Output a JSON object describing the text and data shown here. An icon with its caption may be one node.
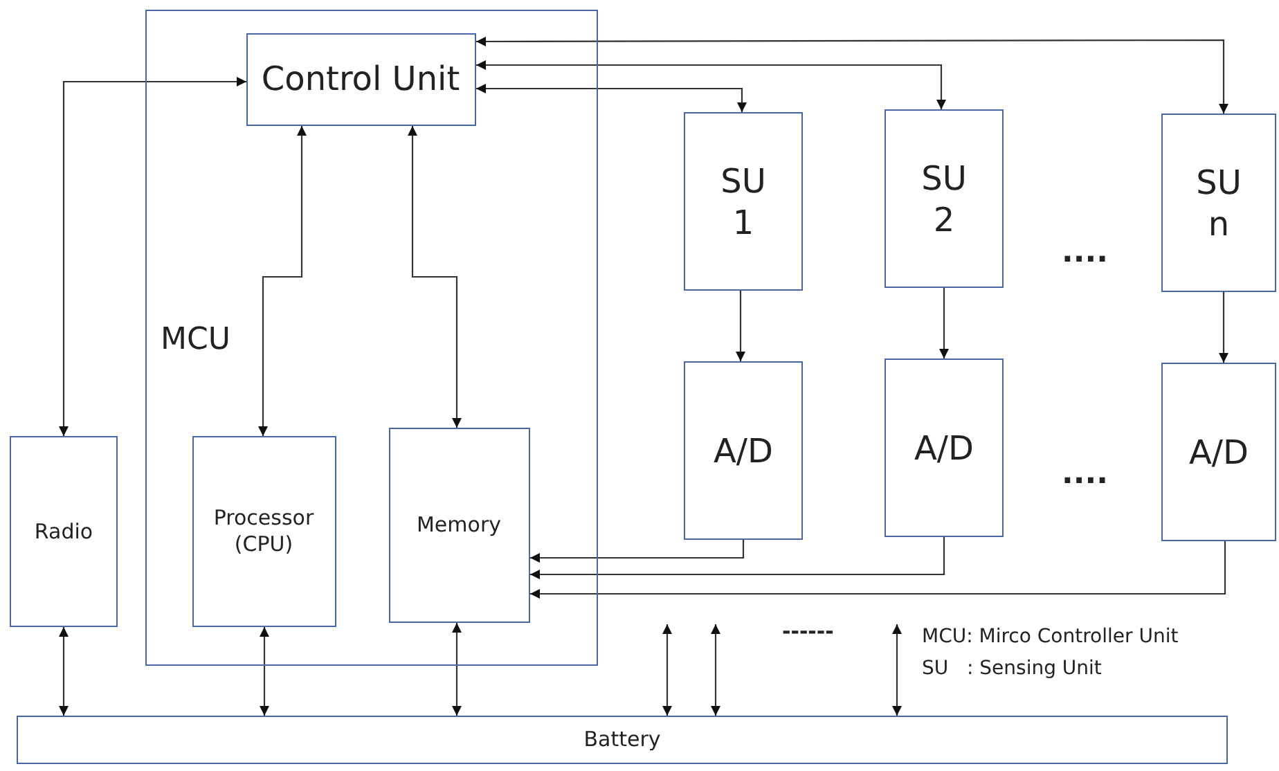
{
  "diagram": {
    "nodes": [
      {
        "text": [
          "MCU"
        ]
      },
      {
        "text": [
          "Control Unit"
        ],
        "in": 0
      },
      {
        "text": [
          "Processor (CPU)"
        ],
        "in": 0
      },
      {
        "text": [
          "Memory"
        ],
        "in": 0
      },
      {
        "text": [
          "Radio"
        ]
      },
      {
        "text": [
          "SU 1"
        ]
      },
      {
        "text": [
          "SU 2"
        ]
      },
      {
        "text": [
          "SU n"
        ]
      },
      {
        "text": [
          "A/D"
        ]
      },
      {
        "text": [
          "A/D"
        ]
      },
      {
        "text": [
          "A/D"
        ]
      },
      {
        "text": [
          "Battery"
        ]
      }
    ],
    "edges": [
      {
        "from": 4,
        "to": 1,
        "arrow": "both"
      },
      {
        "from": 2,
        "to": 1,
        "arrow": "both"
      },
      {
        "from": 3,
        "to": 1,
        "arrow": "both"
      },
      {
        "from": 1,
        "to": 5,
        "arrow": "both"
      },
      {
        "from": 1,
        "to": 6,
        "arrow": "both"
      },
      {
        "from": 1,
        "to": 7,
        "arrow": "both"
      },
      {
        "from": 5,
        "to": 8,
        "arrow": "to"
      },
      {
        "from": 6,
        "to": 9,
        "arrow": "to"
      },
      {
        "from": 7,
        "to": 10,
        "arrow": "to"
      },
      {
        "from": 8,
        "to": 3,
        "arrow": "to"
      },
      {
        "from": 9,
        "to": 3,
        "arrow": "to"
      },
      {
        "from": 10,
        "to": 3,
        "arrow": "to"
      },
      {
        "from": 4,
        "to": 11,
        "arrow": "both"
      },
      {
        "from": 2,
        "to": 11,
        "arrow": "both"
      },
      {
        "from": 3,
        "to": 11,
        "arrow": "both"
      },
      {
        "from": null,
        "to": 11,
        "arrow": "both"
      },
      {
        "from": null,
        "to": 11,
        "arrow": "both"
      },
      {
        "from": null,
        "to": 11,
        "arrow": "both"
      }
    ],
    "labels": [
      "....",
      "....",
      "------",
      "MCU: Mirco Controller Unit",
      "SU   : Sensing Unit"
    ]
  }
}
